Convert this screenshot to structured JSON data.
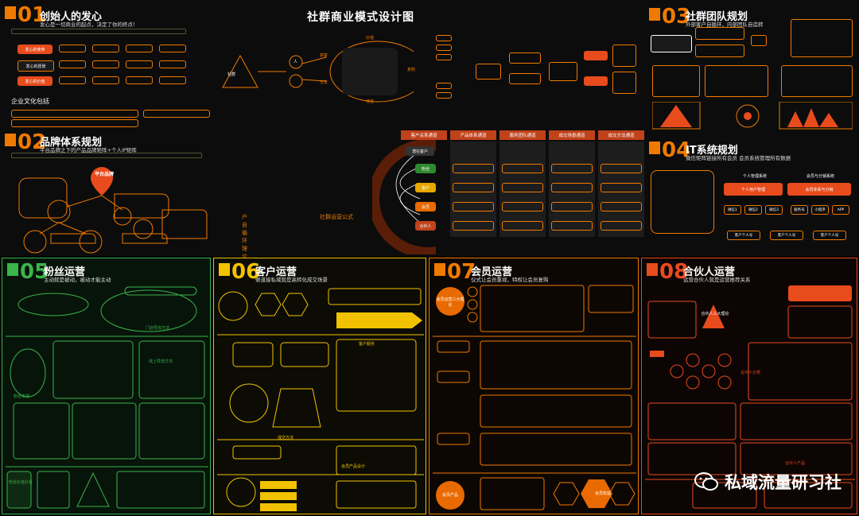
{
  "title": "社群商业模式设计图",
  "sections": {
    "s01": {
      "num": "01",
      "title": "创始人的发心",
      "sub": "发心是一切商业的起点，决定了你的终点！"
    },
    "s02": {
      "num": "02",
      "title": "品牌体系规划",
      "sub": "平台品牌之下的产品品牌矩阵+个人IP矩阵"
    },
    "s03": {
      "num": "03",
      "title": "社群团队规划",
      "sub": "外部客户自循环，内部团队自造转"
    },
    "s04": {
      "num": "04",
      "title": "IT系统规划",
      "sub": "微信矩阵链接所有会员 会员系统管理所有数据"
    },
    "s05": {
      "num": "05",
      "title": "粉丝运营",
      "sub": "主动就是被动，被动才能主动"
    },
    "s06": {
      "num": "06",
      "title": "客户运营",
      "sub": "侧道接私域就是高转化成交场景"
    },
    "s07": {
      "num": "07",
      "title": "会员运营",
      "sub": "仪式让会员重视，特权让会员复购"
    },
    "s08": {
      "num": "08",
      "title": "合伙人运营",
      "sub": "运营合伙人就是运营推荐关系"
    }
  },
  "s01_rows": [
    "发心的使命",
    "发心的愿景",
    "发心的价值"
  ],
  "culture": "企业文化包括",
  "brand_center": "平台品牌",
  "center_labels": {
    "people": "人",
    "left": "社群",
    "top": "价值",
    "mid": "获客",
    "bottom": "增值",
    "right": "复购",
    "lower": "分享"
  },
  "s02_labels": {
    "loop": "户自循环理论",
    "formula": "社群运营公式"
  },
  "pipeline_heads": [
    "客户关系通道",
    "产品体系通道",
    "服务团队通道",
    "成交场景通道",
    "成交方法通道"
  ],
  "pipeline_side": [
    "潜在客户",
    "粉丝",
    "客户",
    "会员",
    "合伙人"
  ],
  "s04_labels": {
    "sys1": "个人管理系统",
    "sys2": "会员与分销系统",
    "tool1": "个人用户管理",
    "tool2": "会员体系与分销",
    "row": [
      "微信1",
      "微信2",
      "微信3",
      "服务号",
      "小程序",
      "APP"
    ],
    "bottom": [
      "客户个人号",
      "客户个人号",
      "客户个人号"
    ]
  },
  "s05_labels": {
    "a": "粉丝来源",
    "b": "门店导流方法",
    "c": "线上导流方法",
    "d": "粉丝价值分析"
  },
  "s06_labels": {
    "a": "成交方法",
    "b": "客户服务",
    "c": "会员产品设计"
  },
  "s07_labels": {
    "a": "会员运营三大理论",
    "b": "会员产品",
    "c": "会员权益"
  },
  "s08_labels": {
    "a": "合伙人三大理论",
    "b": "合伙人分类",
    "c": "合伙人产品"
  },
  "watermark": "私域流量研习社"
}
